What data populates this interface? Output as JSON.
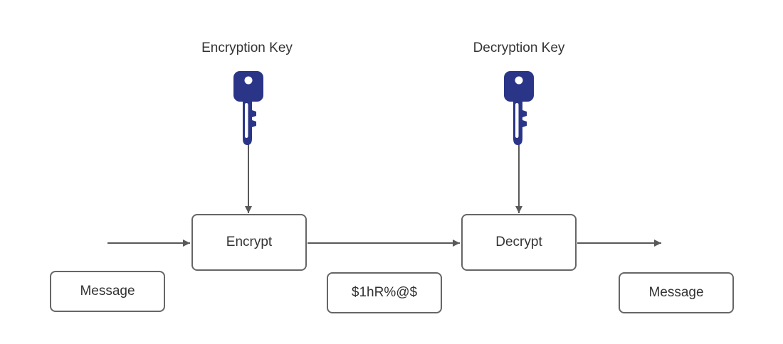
{
  "diagram": {
    "labels": {
      "encryption_key": "Encryption Key",
      "decryption_key": "Decryption Key"
    },
    "nodes": {
      "encrypt": "Encrypt",
      "decrypt": "Decrypt",
      "message_in": "Message",
      "ciphertext": "$1hR%@$",
      "message_out": "Message"
    },
    "icons": {
      "encryption_key": "key-icon",
      "decryption_key": "key-icon"
    },
    "colors": {
      "key": "#2b3588",
      "box_border": "#666666",
      "arrow": "#595959",
      "text": "#333333",
      "background": "#ffffff"
    }
  }
}
